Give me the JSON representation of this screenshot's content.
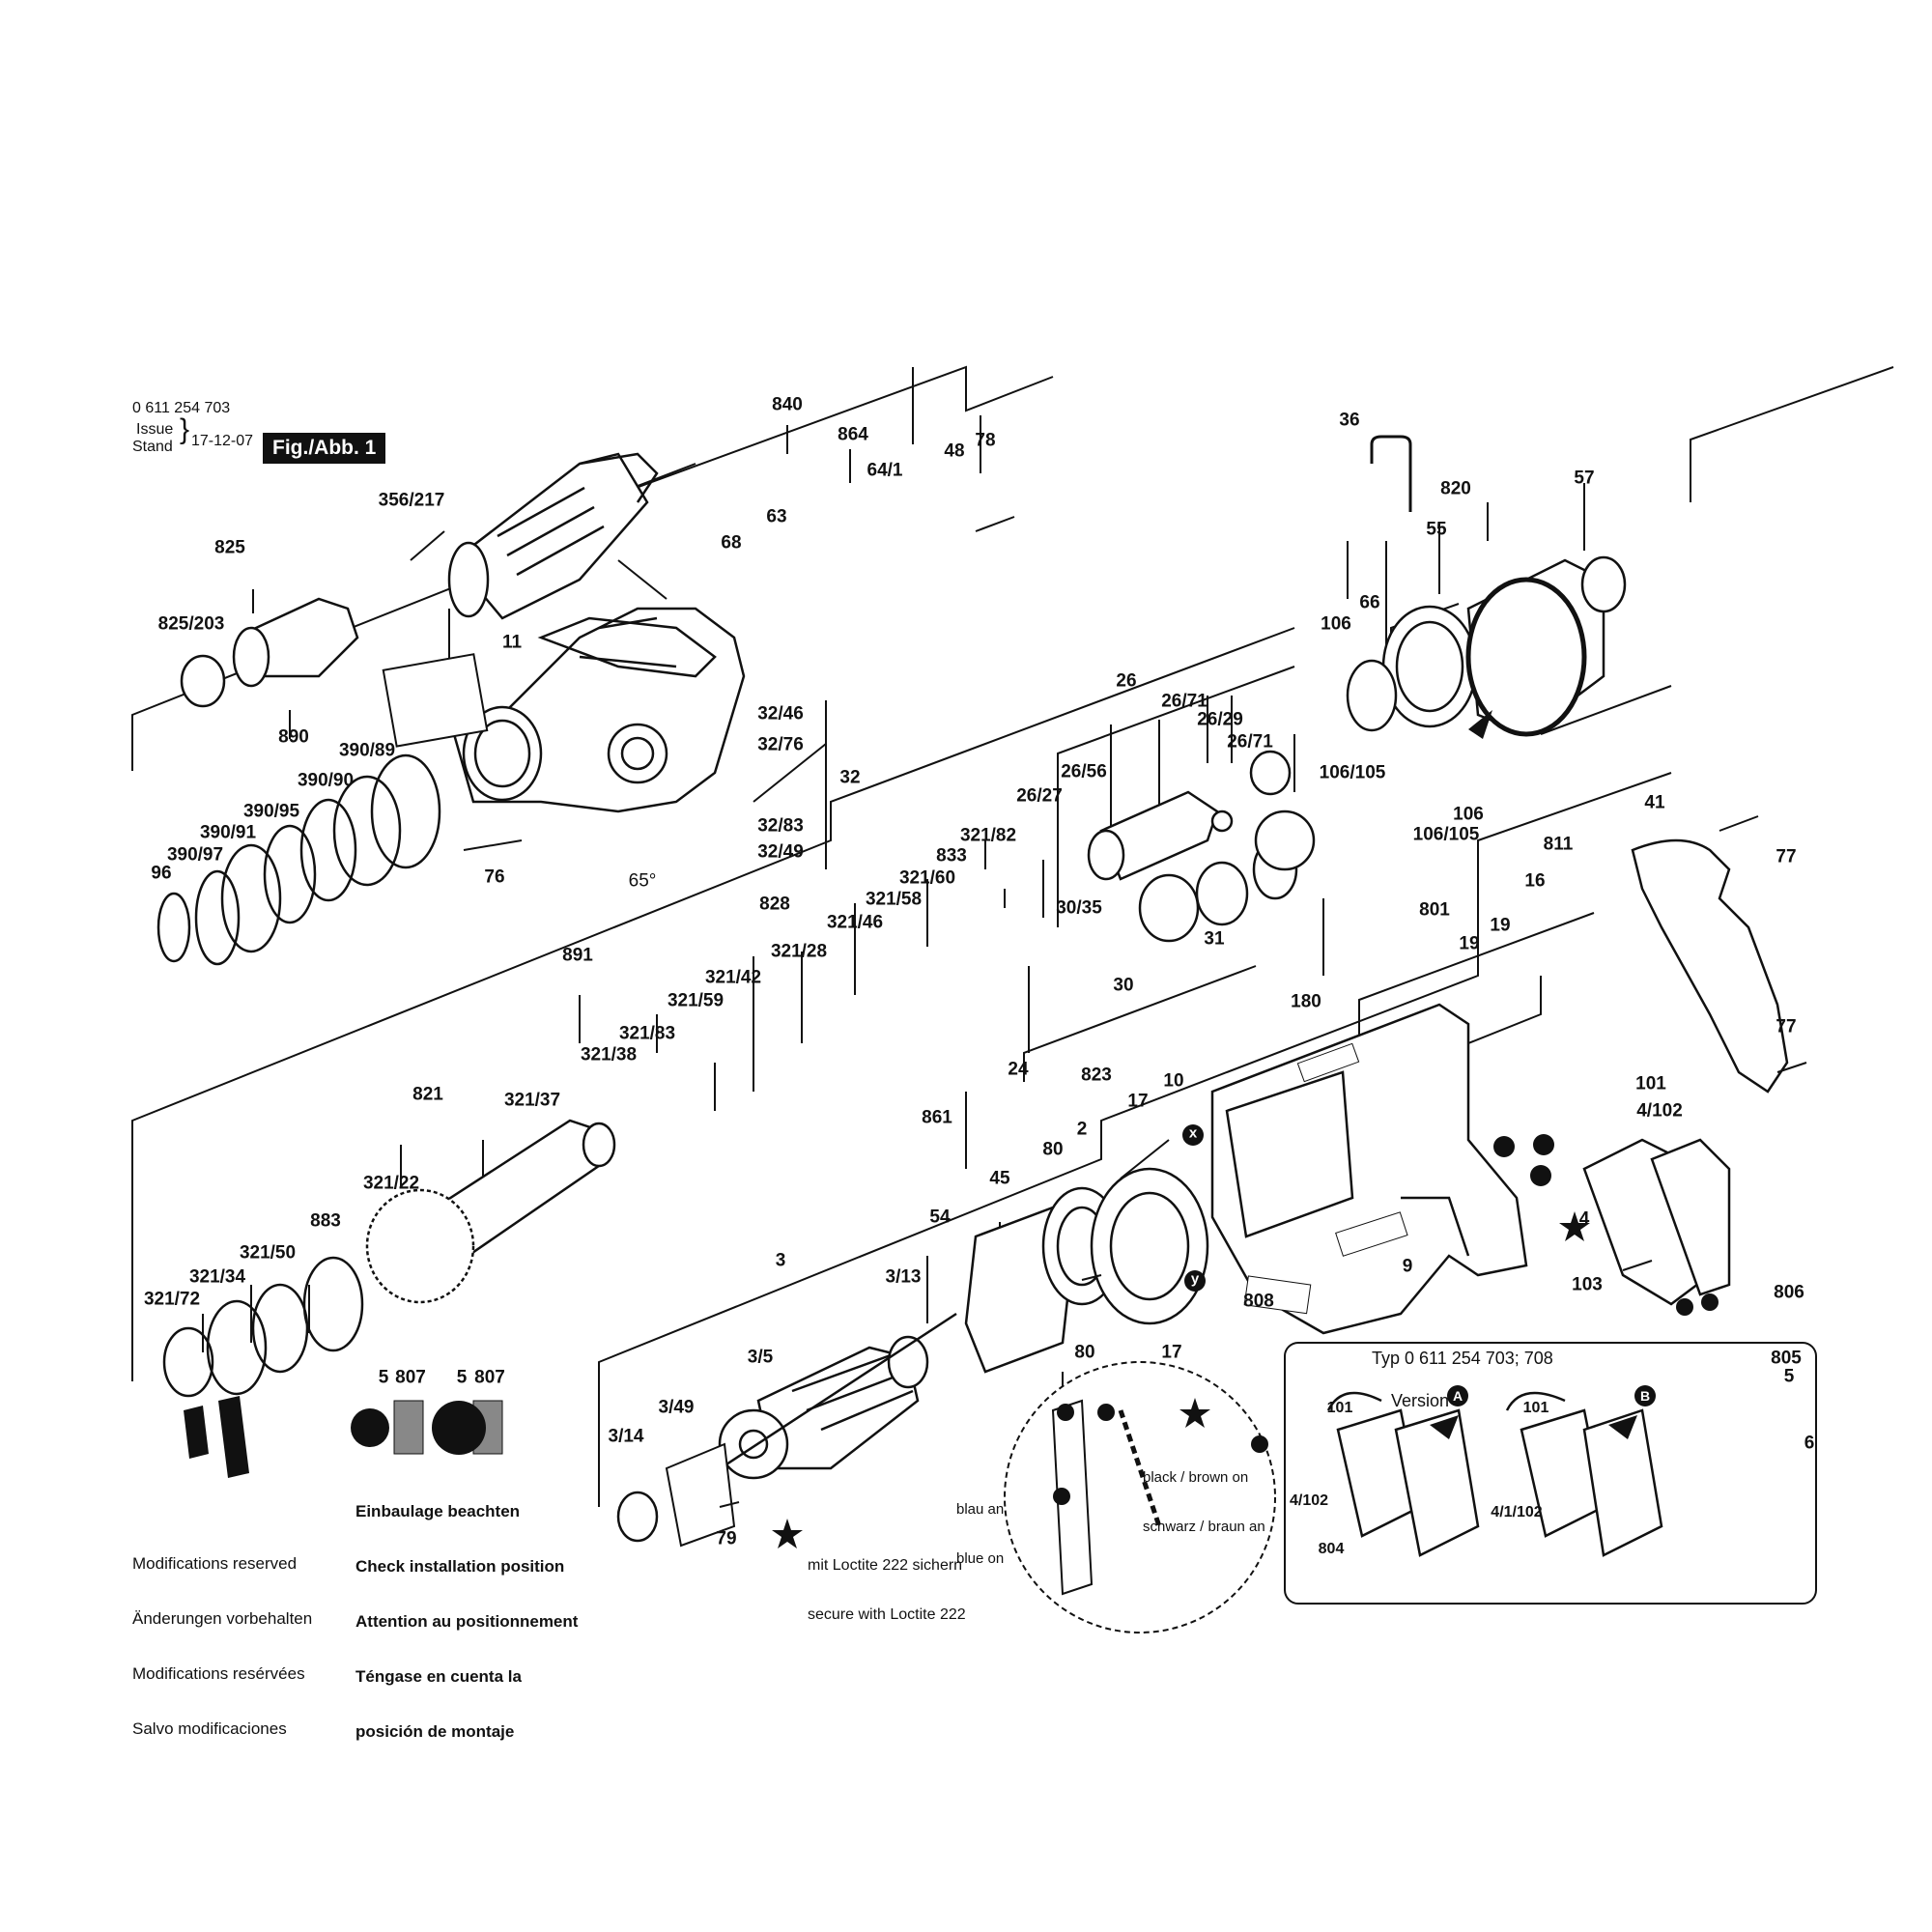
{
  "header": {
    "part_number": "0 611 254 703",
    "issue_label": "Issue",
    "stand_label": "Stand",
    "date": "17-12-07",
    "figure_label": "Fig./Abb. 1"
  },
  "callouts": [
    "840",
    "864",
    "48",
    "78",
    "64/1",
    "356/217",
    "63",
    "68",
    "825",
    "825/203",
    "11",
    "36",
    "820",
    "57",
    "55",
    "66",
    "106",
    "106/105",
    "106",
    "106/105",
    "32/46",
    "32/76",
    "32",
    "32/83",
    "32/49",
    "65°",
    "76",
    "890",
    "390/89",
    "390/90",
    "390/95",
    "390/91",
    "390/97",
    "96",
    "26",
    "26/71",
    "26/29",
    "26/71",
    "26/56",
    "26/27",
    "30/35",
    "31",
    "30",
    "828",
    "321/82",
    "833",
    "321/60",
    "321/58",
    "321/46",
    "321/28",
    "321/42",
    "321/59",
    "891",
    "321/83",
    "321/38",
    "24",
    "823",
    "861",
    "801",
    "811",
    "16",
    "19",
    "19",
    "180",
    "41",
    "77",
    "77",
    "821",
    "321/37",
    "10",
    "17",
    "80",
    "2",
    "45",
    "54",
    "321/22",
    "883",
    "321/50",
    "321/34",
    "321/72",
    "3",
    "3/13",
    "3/5",
    "3/49",
    "3/14",
    "79",
    "80",
    "17",
    "9",
    "808",
    "101",
    "4/102",
    "4",
    "103",
    "806",
    "805",
    "5",
    "6",
    "5",
    "807",
    "5",
    "807"
  ],
  "markers": {
    "x": "x",
    "y": "y"
  },
  "notes": {
    "modifications": [
      "Modifications reserved",
      "Änderungen vorbehalten",
      "Modifications resérvées",
      "Salvo modificaciones"
    ],
    "installation": [
      "Einbaulage beachten",
      "Check installation position",
      "Attention au positionnement",
      "Téngase en cuenta la",
      "posición de montaje"
    ],
    "loctite": [
      "mit Loctite 222 sichern",
      "secure with Loctite 222"
    ],
    "wiring": {
      "blue": [
        "blau an",
        "blue on"
      ],
      "black": [
        "black / brown on",
        "schwarz / braun an"
      ]
    }
  },
  "inset_box": {
    "title": "Typ 0 611 254 703; 708",
    "version_label": "Version",
    "version_a": "A",
    "version_b": "B",
    "labels": [
      "101",
      "4/102",
      "804",
      "101",
      "4/1/102"
    ]
  }
}
